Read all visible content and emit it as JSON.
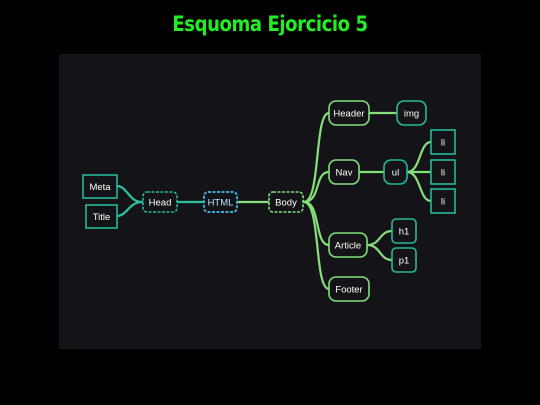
{
  "title": "Esquoma Ejorcicio 5",
  "colors": {
    "title": "#22ee22",
    "background": "#000000",
    "canvas": "#141418",
    "green_stroke": "#7fe07a",
    "teal_stroke": "#26b89a",
    "html_stroke": "#3fa6d8",
    "line_teal": "#2fc0a0",
    "line_green": "#85e07c"
  },
  "nodes": {
    "meta": "Meta",
    "title": "Title",
    "head": "Head",
    "html": "HTML",
    "body": "Body",
    "header": "Header",
    "img": "img",
    "nav": "Nav",
    "ul": "ul",
    "li_1": "li",
    "li_2": "li",
    "li_3": "li",
    "article": "Article",
    "h1": "h1",
    "p1": "p1",
    "footer": "Footer"
  }
}
